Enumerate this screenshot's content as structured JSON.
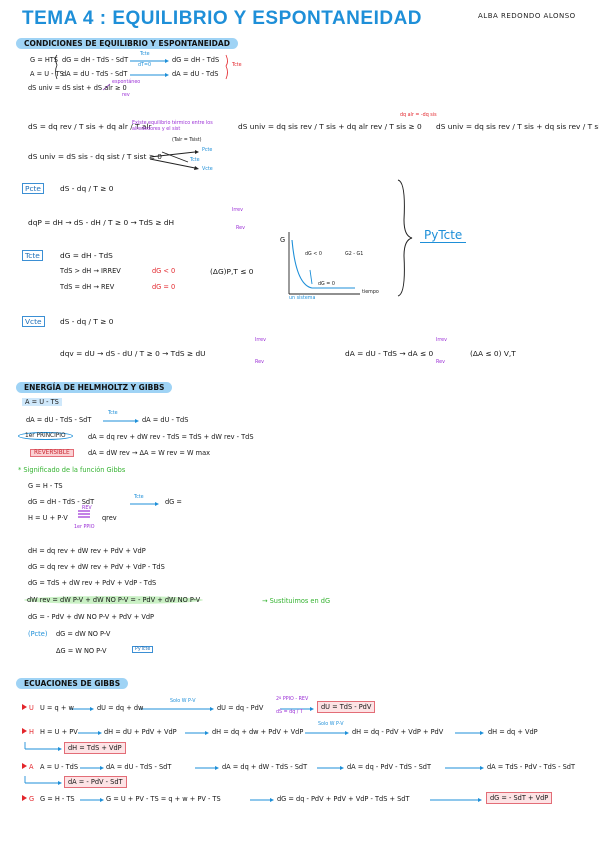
{
  "header": {
    "title": "TEMA 4 : EQUILIBRIO Y ESPONTANEIDAD",
    "author": "ALBA REDONDO ALONSO"
  },
  "sections": {
    "conditions": "CONDICIONES DE EQUILIBRIO Y ESPONTANEIDAD",
    "energy": "ENERGÍA DE HELMHOLTZ Y GIBBS",
    "gibbs_eq": "ECUACIONES DE GIBBS"
  },
  "cond": {
    "g_def": "G = HTS",
    "a_def": "A = U - TS",
    "dg": "dG = dH - TdS - SdT",
    "dg_tcte": "dG = dH - TdS",
    "da": "dA = dU - TdS - SdT",
    "da_tcte": "dA = dU - TdS",
    "label_tcte": "Tcte",
    "label_tcte_arrow": "Tcte",
    "label_dt0": "dT=0",
    "suniv": "dS univ = dS sist + dS alr ≥ 0",
    "espontaneo": "espontáneo",
    "rev": "rev",
    "line2_left": "dS = dq rev / T sis + dq alr / T alr",
    "note_exchange": "Existe equilibrio térmico entre los alrededores y el sist",
    "note_temp": "(Talr = Tsist)",
    "line2_mid": "dS univ = dq sis rev / T sis + dq alr rev / T sis ≥ 0",
    "dq_swap": "dq alr = -dq sis",
    "line2_right": "dS univ = dq sis rev / T sis + dq sis rev / T sis ≥ 0",
    "line3": "dS univ = dS sis - dq sist / T sist ≥ 0",
    "branch_p": "Pcte",
    "branch_t": "Tcte",
    "branch_v": "Vcte"
  },
  "pcte": {
    "label": "Pcte",
    "ineq": "dS - dq / T ≥ 0",
    "line": "dqP = dH → dS - dH / T ≥ 0 → TdS ≥ dH",
    "irrev": "Irrev",
    "rev": "Rev"
  },
  "tcte": {
    "label": "Tcte",
    "dg": "dG = dH - TdS",
    "irrev_line": "TdS > dH → IRREV",
    "irrev_res": "dG < 0",
    "rev_line": "TdS = dH → REV",
    "rev_res": "dG = 0",
    "ag": "(ΔG)P,T ≤ 0"
  },
  "graph": {
    "ylabel": "G",
    "xlabel": "tiempo",
    "dg_neg": "dG < 0",
    "dg_zero": "dG = 0",
    "g2g1": "G2 - G1",
    "unsistema": "un sistema"
  },
  "pytcte": "PyTcte",
  "vcte": {
    "label": "Vcte",
    "ineq": "dS - dq / T ≥ 0",
    "line": "dqv = dU → dS - dU / T ≥ 0 → TdS ≥ dU",
    "irrev": "Irrev",
    "rev": "Rev",
    "da_line": "dA = dU - TdS → dA ≤ 0",
    "da_irrev": "Irrev",
    "da_rev": "Rev",
    "da_res": "(ΔA ≤ 0) V,T"
  },
  "energy": {
    "a_def": "A = U - TS",
    "da_full": "dA = dU - TdS - SdT",
    "tcte": "Tcte",
    "da_tcte": "dA = dU - TdS",
    "principio": "1er PRINCIPIO",
    "da_expand": "dA = dq rev + dW rev - TdS = TdS + dW rev - TdS",
    "reversible": "REVERSIBLE",
    "da_work": "dA = dW rev → ΔA = W rev = W max",
    "gibbs_meaning": "Significado de la función Gibbs",
    "g_def": "G = H - TS",
    "dg_full": "dG = dH - TdS - SdT",
    "dg_tcte_label": "Tcte",
    "dg_tcte": "dG =",
    "h_def": "H = U + P·V",
    "rev_label": "REV",
    "grev": "qrev",
    "principio_small": "1er PPIO",
    "dh": "dH = dq rev + dW rev + PdV + VdP",
    "dg_a": "dG = dq rev + dW rev + PdV + VdP - TdS",
    "dg_b": "dG = TdS + dW rev + PdV + VdP - TdS",
    "dw": "dW rev = dW P-V + dW NO P-V = - PdV + dW NO P-V",
    "sustituimos": "Sustituimos en dG",
    "dg_c": "dG = - PdV + dW NO P-V + PdV + VdP",
    "pcte_label": "(Pcte)",
    "pcte_dg": "dG = dW NO P-V",
    "ag": "ΔG = W NO P-V",
    "pytcte": "PyTcte"
  },
  "gibbs": {
    "u_tag": "U",
    "u_def": "U = q + w",
    "u_step": "dU = dq + dw",
    "u_solo": "Solo W P-V",
    "u_mid": "dU = dq - PdV",
    "u_2p": "2º PPIO - REV",
    "u_ds": "dS = dq / T",
    "u_res": "dU = TdS - PdV",
    "h_tag": "H",
    "h_def": "H = U + PV",
    "h_s1": "dH = dU + PdV + VdP",
    "h_s2": "dH = dq + dw + PdV + VdP",
    "h_solo": "Solo W P-V",
    "h_s3": "dH = dq - PdV + VdP + PdV",
    "h_s4": "dH = dq + VdP",
    "h_res": "dH = TdS + VdP",
    "a_tag": "A",
    "a_def": "A = U - TdS",
    "a_s1": "dA = dU - TdS - SdT",
    "a_s2": "dA = dq + dW - TdS - SdT",
    "a_s3": "dA = dq - PdV - TdS - SdT",
    "a_s4": "dA = TdS - PdV - TdS - SdT",
    "a_res": "dA = - PdV - SdT",
    "g_tag": "G",
    "g_def": "G = H - TS",
    "g_s1": "G = U + PV - TS = q + w + PV - TS",
    "g_s2": "dG = dq - PdV + PdV + VdP - TdS + SdT",
    "g_res": "dG = - SdT + VdP"
  },
  "colors": {
    "accent_blue": "#1e8fd8",
    "accent_red": "#e3262c",
    "accent_green": "#34b330",
    "accent_purple": "#9b2fd6",
    "section_bg": "#9fd3f5",
    "result_bg": "#fde3e5"
  }
}
